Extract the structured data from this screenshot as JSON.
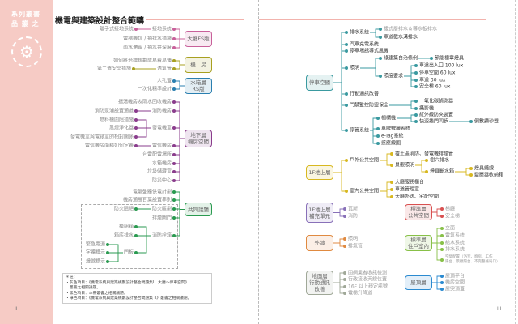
{
  "sidebar": {
    "series_line1": "系列叢書",
    "series_line2": "品 叢 之",
    "icon": "gears-icon"
  },
  "title": "機電與建築設計整合範疇",
  "colors": {
    "lobby": "#c8609a",
    "machine": "#a8a020",
    "tank": "#2a7fb0",
    "basement": "#8a3c8c",
    "common": "#2a9a50",
    "parking": "#3a9aa0",
    "ground": "#d8b820",
    "supplement": "#8870b8",
    "facade": "#e08a40",
    "telecom": "#a0a898",
    "std_public": "#d85050",
    "std_unit": "#88c048",
    "roof": "#2a8ad0",
    "sidebar": "#f6cbc5"
  },
  "left": {
    "lobby": {
      "label": "大廳FS版",
      "items": [
        {
          "t": "接地系統",
          "sub": [
            "離子式接地系統"
          ]
        },
        {
          "t": "電梯機坑 / 抽排水措施"
        },
        {
          "t": "雨水滯留 / 抽水井深度"
        }
      ]
    },
    "machine": {
      "label": "機　房",
      "items": [
        {
          "t": "如何將治標規劃成易看易懂"
        },
        {
          "t": "透氣管",
          "sub": [
            "第二道安全措施"
          ]
        }
      ]
    },
    "tank": {
      "label": "水箱層\nRS版",
      "items": [
        {
          "t": "人孔蓋"
        },
        {
          "t": "一次化精準設計"
        }
      ]
    },
    "basement": {
      "label": "地下層\n機房空間",
      "items": [
        {
          "t": "揚湯機房＆雨水回收機房"
        },
        {
          "t": "消防機房",
          "sub": [
            "消防泵浦設置通道"
          ]
        },
        {
          "t": "發電機室",
          "sub": [
            "燃料槽圍阻措施",
            "黑煙淨化器",
            "發電機室與電錶室的相對關係"
          ]
        },
        {
          "t": "電信機房",
          "sub": [
            "電信機房面積如何定義"
          ]
        },
        {
          "t": "台電配電場所"
        },
        {
          "t": "水箱機房"
        },
        {
          "t": "垃圾儲藏室"
        },
        {
          "t": "防災中心"
        }
      ]
    },
    "common": {
      "label": "共同議題",
      "items": [
        {
          "t": "電氣盤體供電計劃"
        },
        {
          "t": "機房通風百葉設置準則"
        },
        {
          "t": "防火區劃",
          "sub": [
            "防火阻絕"
          ]
        },
        {
          "t": "排煙閘門"
        },
        {
          "t": "消防栓箱",
          "sub": [
            "模組箱",
            "箱底排水",
            "門板"
          ],
          "door_sub": [
            "緊急電源",
            "字體標示",
            "燈號標示"
          ]
        }
      ]
    },
    "notes": [
      "＊註：",
      "・灰色項目：《機電系統與建築規劃設計整合問題集Ⅰ：大廳～停車空間》",
      "　叢書之相關議題。",
      "・黑色項目：本冊叢書之相關議題。",
      "・綠色項目：《機電系統與建築規劃設計整合問題集 II》叢書之相關議題。"
    ],
    "page_number": "II"
  },
  "right": {
    "parking": {
      "label": "停車空間",
      "items": [
        {
          "t": "排水系統",
          "sub": [
            "樓式層排水＆導水板排水",
            "車道截水溝排水"
          ]
        },
        {
          "t": "汽車充電系統"
        },
        {
          "t": "停車場誘導式風機"
        },
        {
          "t": "照明",
          "sub": [
            "綠建築自治條例",
            "照度要求"
          ],
          "green_sub": [
            "節能標章燈具"
          ],
          "lux": [
            "車道出入口 100 lux",
            "停車空間 60 lux",
            "車道 30 lux",
            "安全梯 60 lux"
          ]
        },
        {
          "t": "行動通訊改善"
        },
        {
          "t": "門禁監控防盜保全",
          "sub": [
            "一氧化碳偵測器",
            "攝影機"
          ]
        },
        {
          "t": "停管系統",
          "sub": [
            "柵欄機",
            "車牌辨識系統",
            "e-Tag系統",
            "感應線圈"
          ],
          "gate_sub": [
            "紅外線防夾裝置",
            "快速捲門同步"
          ],
          "sync_sub": [
            "倒數讀秒器"
          ]
        }
      ]
    },
    "ground": {
      "label": "1F地上層",
      "items": [
        {
          "t": "戶外公共空間",
          "sub": [
            "覆土區消防、發電機排煙管",
            "景觀照明"
          ],
          "light_sub": [
            "樹穴排水",
            "燈具斷水箱"
          ],
          "box_sub": [
            "燈具纜線",
            "變壓器收納箱"
          ]
        },
        {
          "t": "室內公共空間",
          "sub": [
            "大廳服務櫃台",
            "車道管理室",
            "大廳外送、宅配空間"
          ]
        }
      ]
    },
    "supplement": {
      "label": "1F地上層\n補充單元",
      "items": [
        "瓦斯",
        "消防"
      ]
    },
    "facade": {
      "label": "外牆",
      "items": [
        "照明",
        "排氣管"
      ]
    },
    "telecom": {
      "label": "地面層\n行動通訊\n改善",
      "items": [
        "固網業者收訊檢測",
        "行政接收天線位置",
        "16F 以上穩定訊號",
        "電梯升降道"
      ]
    },
    "std_public": {
      "label": "標準層\n公共空間",
      "items": [
        "梯廳",
        "安全梯"
      ]
    },
    "std_unit": {
      "label": "標準層\n住戶室內",
      "items": [
        "立面",
        "電氣系統",
        "給水系統",
        "排水系統",
        "空間配置（浴室、廚房、工作\n陽台、景觀陽台、不完整格局口）"
      ]
    },
    "roof": {
      "label": "屋頂層",
      "items": [
        "屋頂平台",
        "機房空間",
        "屋突頂蓋"
      ]
    },
    "page_number": "III"
  }
}
